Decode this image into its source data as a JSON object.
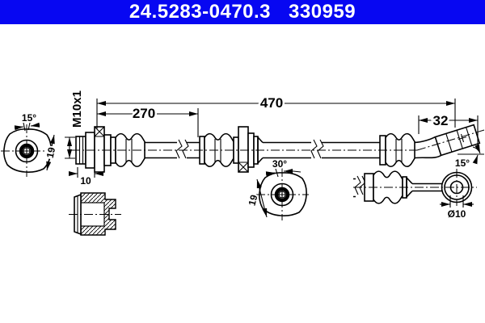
{
  "header": {
    "part_number": "24.5283-0470.3",
    "catalog_number": "330959",
    "background_color": "#0707f2",
    "text_color": "#ffffff"
  },
  "diagram": {
    "subject": "brake-hose-technical-drawing",
    "line_color": "#000000",
    "dimensions": {
      "overall_length": "470",
      "first_section_length": "270",
      "end_fitting_length": "32",
      "thread_length": "10",
      "thread_spec": "M10x1",
      "left_fitting_angle": "15°",
      "left_fitting_width": "19",
      "mid_fitting_angle": "30°",
      "mid_fitting_width": "19",
      "banjo_bore_diameter": "Ø10",
      "right_fitting_angle": "15°"
    }
  }
}
